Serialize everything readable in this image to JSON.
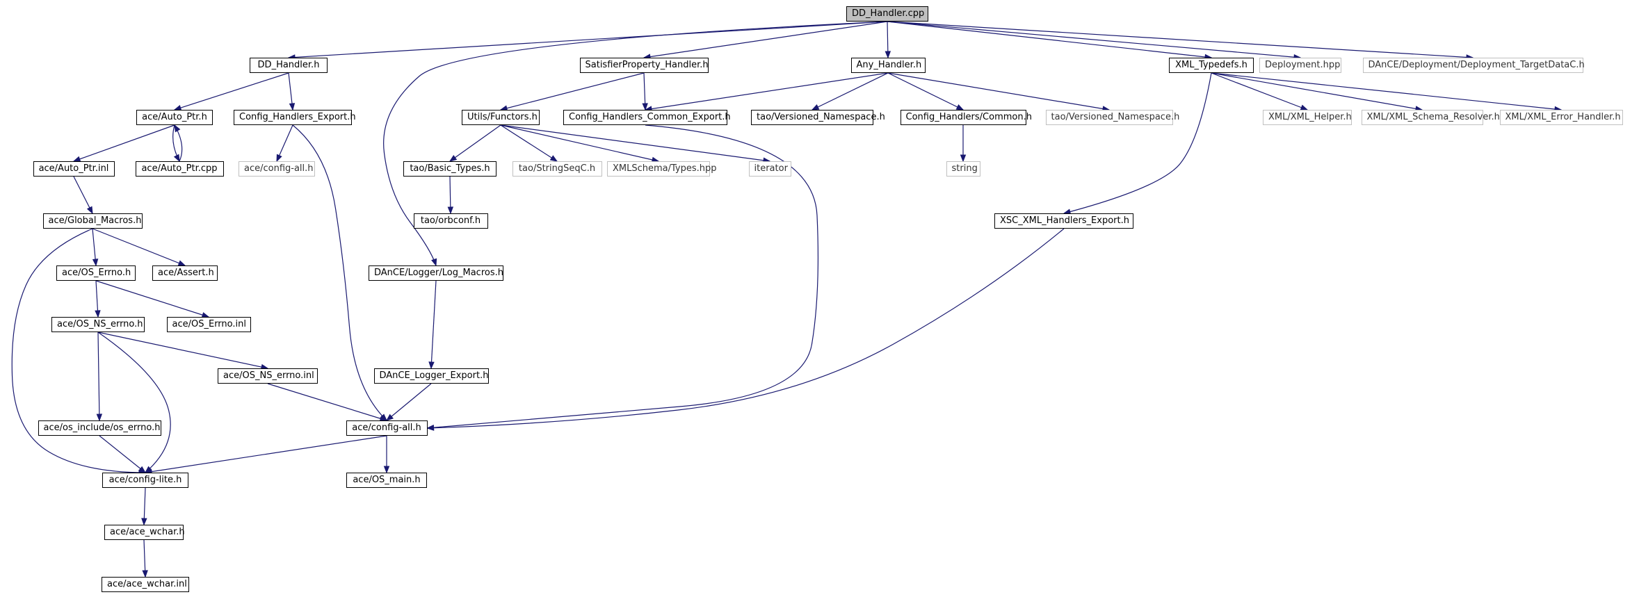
{
  "nodes": [
    {
      "id": "dd_handler_cpp",
      "label": "DD_Handler.cpp",
      "kind": "root"
    },
    {
      "id": "dd_handler_h",
      "label": "DD_Handler.h",
      "kind": "doc"
    },
    {
      "id": "satisfier_h",
      "label": "SatisfierProperty_Handler.h",
      "kind": "doc"
    },
    {
      "id": "any_handler_h",
      "label": "Any_Handler.h",
      "kind": "doc"
    },
    {
      "id": "xml_typedefs_h",
      "label": "XML_Typedefs.h",
      "kind": "doc"
    },
    {
      "id": "deployment_hpp",
      "label": "Deployment.hpp",
      "kind": "ext"
    },
    {
      "id": "dance_target_h",
      "label": "DAnCE/Deployment/Deployment_TargetDataC.h",
      "kind": "ext"
    },
    {
      "id": "auto_ptr_h",
      "label": "ace/Auto_Ptr.h",
      "kind": "doc"
    },
    {
      "id": "cfg_export_h",
      "label": "Config_Handlers_Export.h",
      "kind": "doc"
    },
    {
      "id": "utils_functors_h",
      "label": "Utils/Functors.h",
      "kind": "doc"
    },
    {
      "id": "cfg_common_export_h",
      "label": "Config_Handlers_Common_Export.h",
      "kind": "doc"
    },
    {
      "id": "tao_versioned_1",
      "label": "tao/Versioned_Namespace.h",
      "kind": "doc"
    },
    {
      "id": "cfg_common_h",
      "label": "Config_Handlers/Common.h",
      "kind": "doc"
    },
    {
      "id": "tao_versioned_2",
      "label": "tao/Versioned_Namespace.h",
      "kind": "ext"
    },
    {
      "id": "xml_helper_h",
      "label": "XML/XML_Helper.h",
      "kind": "ext"
    },
    {
      "id": "xml_schema_resolver_h",
      "label": "XML/XML_Schema_Resolver.h",
      "kind": "ext"
    },
    {
      "id": "xml_error_handler_h",
      "label": "XML/XML_Error_Handler.h",
      "kind": "ext"
    },
    {
      "id": "auto_ptr_inl",
      "label": "ace/Auto_Ptr.inl",
      "kind": "doc"
    },
    {
      "id": "auto_ptr_cpp",
      "label": "ace/Auto_Ptr.cpp",
      "kind": "doc"
    },
    {
      "id": "ace_config_all_ext",
      "label": "ace/config-all.h",
      "kind": "ext"
    },
    {
      "id": "tao_basic_types_h",
      "label": "tao/Basic_Types.h",
      "kind": "doc"
    },
    {
      "id": "tao_stringseqc_h",
      "label": "tao/StringSeqC.h",
      "kind": "ext"
    },
    {
      "id": "xmlschema_types_hpp",
      "label": "XMLSchema/Types.hpp",
      "kind": "ext"
    },
    {
      "id": "iterator",
      "label": "iterator",
      "kind": "ext"
    },
    {
      "id": "string",
      "label": "string",
      "kind": "ext"
    },
    {
      "id": "global_macros_h",
      "label": "ace/Global_Macros.h",
      "kind": "doc"
    },
    {
      "id": "tao_orbconf_h",
      "label": "tao/orbconf.h",
      "kind": "doc"
    },
    {
      "id": "xsc_xml_export_h",
      "label": "XSC_XML_Handlers_Export.h",
      "kind": "doc"
    },
    {
      "id": "os_errno_h",
      "label": "ace/OS_Errno.h",
      "kind": "doc"
    },
    {
      "id": "assert_h",
      "label": "ace/Assert.h",
      "kind": "doc"
    },
    {
      "id": "log_macros_h",
      "label": "DAnCE/Logger/Log_Macros.h",
      "kind": "doc"
    },
    {
      "id": "os_ns_errno_h",
      "label": "ace/OS_NS_errno.h",
      "kind": "doc"
    },
    {
      "id": "os_errno_inl",
      "label": "ace/OS_Errno.inl",
      "kind": "doc"
    },
    {
      "id": "os_ns_errno_inl",
      "label": "ace/OS_NS_errno.inl",
      "kind": "doc"
    },
    {
      "id": "dance_logger_export_h",
      "label": "DAnCE_Logger_Export.h",
      "kind": "doc"
    },
    {
      "id": "os_include_errno_h",
      "label": "ace/os_include/os_errno.h",
      "kind": "doc"
    },
    {
      "id": "config_all_h",
      "label": "ace/config-all.h",
      "kind": "doc"
    },
    {
      "id": "config_lite_h",
      "label": "ace/config-lite.h",
      "kind": "doc"
    },
    {
      "id": "os_main_h",
      "label": "ace/OS_main.h",
      "kind": "doc"
    },
    {
      "id": "ace_wchar_h",
      "label": "ace/ace_wchar.h",
      "kind": "doc"
    },
    {
      "id": "ace_wchar_inl",
      "label": "ace/ace_wchar.inl",
      "kind": "doc"
    }
  ],
  "edges": [
    [
      "dd_handler_cpp",
      "dd_handler_h"
    ],
    [
      "dd_handler_cpp",
      "satisfier_h"
    ],
    [
      "dd_handler_cpp",
      "any_handler_h"
    ],
    [
      "dd_handler_cpp",
      "xml_typedefs_h"
    ],
    [
      "dd_handler_cpp",
      "deployment_hpp"
    ],
    [
      "dd_handler_cpp",
      "dance_target_h"
    ],
    [
      "dd_handler_cpp",
      "log_macros_h"
    ],
    [
      "dd_handler_h",
      "auto_ptr_h"
    ],
    [
      "dd_handler_h",
      "cfg_export_h"
    ],
    [
      "satisfier_h",
      "utils_functors_h"
    ],
    [
      "satisfier_h",
      "cfg_common_export_h"
    ],
    [
      "any_handler_h",
      "cfg_common_export_h"
    ],
    [
      "any_handler_h",
      "tao_versioned_1"
    ],
    [
      "any_handler_h",
      "cfg_common_h"
    ],
    [
      "any_handler_h",
      "tao_versioned_2"
    ],
    [
      "xml_typedefs_h",
      "xml_helper_h"
    ],
    [
      "xml_typedefs_h",
      "xml_schema_resolver_h"
    ],
    [
      "xml_typedefs_h",
      "xml_error_handler_h"
    ],
    [
      "xml_typedefs_h",
      "xsc_xml_export_h"
    ],
    [
      "auto_ptr_h",
      "auto_ptr_inl"
    ],
    [
      "auto_ptr_h",
      "auto_ptr_cpp"
    ],
    [
      "auto_ptr_cpp",
      "auto_ptr_h"
    ],
    [
      "cfg_export_h",
      "ace_config_all_ext"
    ],
    [
      "cfg_export_h",
      "config_all_h"
    ],
    [
      "utils_functors_h",
      "tao_basic_types_h"
    ],
    [
      "utils_functors_h",
      "tao_stringseqc_h"
    ],
    [
      "utils_functors_h",
      "xmlschema_types_hpp"
    ],
    [
      "utils_functors_h",
      "iterator"
    ],
    [
      "cfg_common_export_h",
      "config_all_h"
    ],
    [
      "cfg_common_h",
      "string"
    ],
    [
      "auto_ptr_inl",
      "global_macros_h"
    ],
    [
      "tao_basic_types_h",
      "tao_orbconf_h"
    ],
    [
      "global_macros_h",
      "os_errno_h"
    ],
    [
      "global_macros_h",
      "assert_h"
    ],
    [
      "global_macros_h",
      "config_lite_h"
    ],
    [
      "os_errno_h",
      "os_ns_errno_h"
    ],
    [
      "os_errno_h",
      "os_errno_inl"
    ],
    [
      "os_ns_errno_h",
      "os_ns_errno_inl"
    ],
    [
      "os_ns_errno_h",
      "os_include_errno_h"
    ],
    [
      "os_ns_errno_h",
      "config_lite_h"
    ],
    [
      "os_ns_errno_inl",
      "config_all_h"
    ],
    [
      "log_macros_h",
      "dance_logger_export_h"
    ],
    [
      "dance_logger_export_h",
      "config_all_h"
    ],
    [
      "xsc_xml_export_h",
      "config_all_h"
    ],
    [
      "os_include_errno_h",
      "config_lite_h"
    ],
    [
      "config_all_h",
      "config_lite_h"
    ],
    [
      "config_all_h",
      "os_main_h"
    ],
    [
      "config_lite_h",
      "ace_wchar_h"
    ],
    [
      "ace_wchar_h",
      "ace_wchar_inl"
    ]
  ]
}
